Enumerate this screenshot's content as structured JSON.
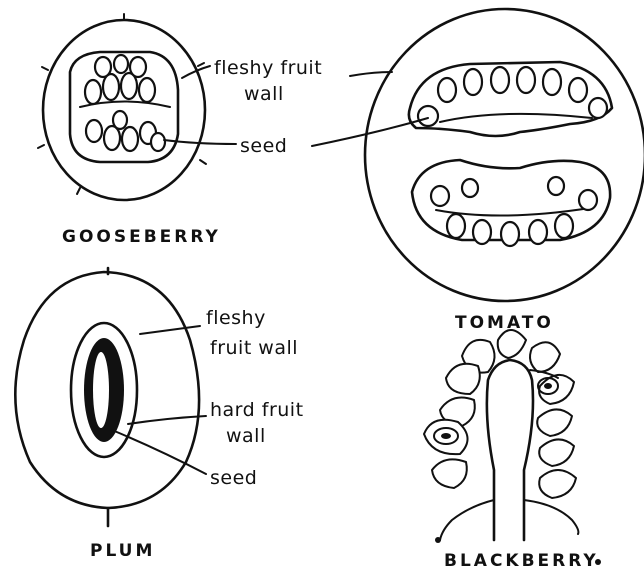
{
  "figure": {
    "gooseberry": {
      "caption": "GOOSEBERRY",
      "label_fleshy_line1": "fleshy fruit",
      "label_fleshy_line2": "wall",
      "label_seed": "seed"
    },
    "tomato": {
      "caption": "TOMATO"
    },
    "plum": {
      "caption": "PLUM",
      "label_fleshy_line1": "fleshy",
      "label_fleshy_line2": "fruit wall",
      "label_hard_line1": "hard fruit",
      "label_hard_line2": "wall",
      "label_seed": "seed"
    },
    "blackberry": {
      "caption": "BLACKBERRY"
    }
  }
}
